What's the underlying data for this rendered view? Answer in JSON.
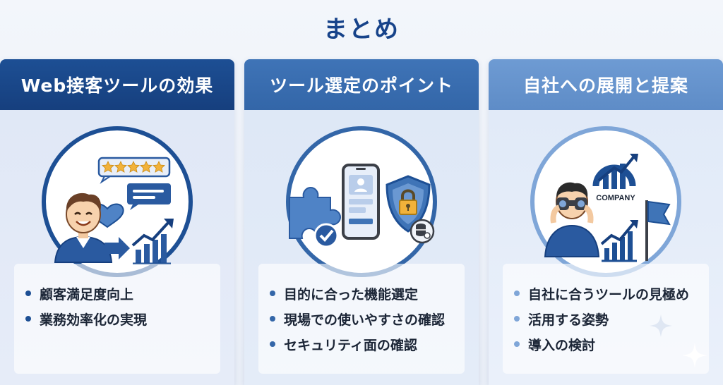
{
  "title": "まとめ",
  "cards": [
    {
      "heading": "Web接客ツールの効果",
      "items": [
        "顧客満足度向上",
        "業務効率化の実現"
      ]
    },
    {
      "heading": "ツール選定のポイント",
      "items": [
        "目的に合った機能選定",
        "現場での使いやすさの確認",
        "セキュリティ面の確認"
      ]
    },
    {
      "heading": "自社への展開と提案",
      "items": [
        "自社に合うツールの見極め",
        "活用する姿勢",
        "導入の検討"
      ],
      "logo_text": "COMPANY"
    }
  ],
  "colors": {
    "navy": "#17438a",
    "mid_blue": "#3366a8",
    "light_blue": "#7fa6d8",
    "star": "#f2b23a"
  },
  "icons": {
    "card1": [
      "person-icon",
      "speech-bubble-icon",
      "star-rating-icon",
      "heart-icon",
      "arrow-right-icon",
      "growth-chart-icon"
    ],
    "card2": [
      "puzzle-piece-icon",
      "checkmark-icon",
      "smartphone-icon",
      "shield-lock-icon",
      "database-icon"
    ],
    "card3": [
      "person-binoculars-icon",
      "company-logo-icon",
      "growth-chart-icon",
      "flag-icon"
    ]
  }
}
